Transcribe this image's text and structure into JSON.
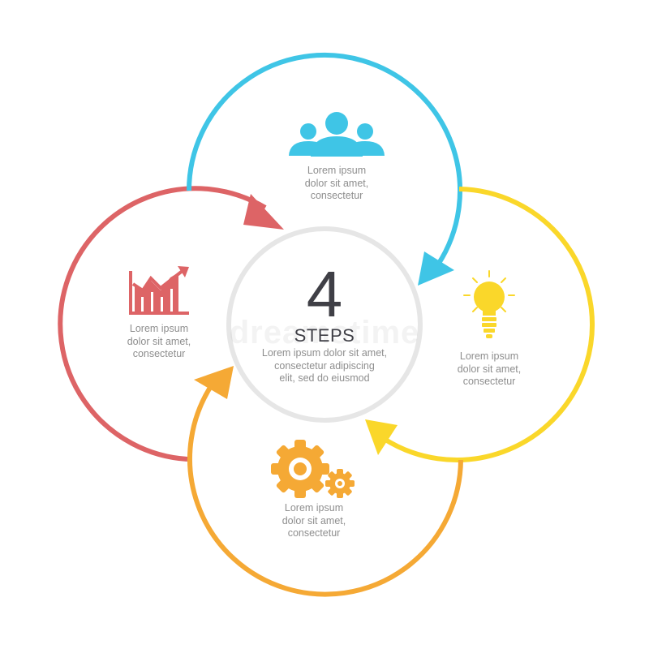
{
  "colors": {
    "blue": "#3fc5e6",
    "yellow": "#fad72a",
    "orange": "#f5a935",
    "red": "#dd6466",
    "center_ring": "#e6e6e6"
  },
  "center": {
    "number": "4",
    "label": "STEPS",
    "text": [
      "Lorem ipsum dolor sit amet,",
      "consectetur adipiscing",
      "elit, sed do eiusmod"
    ]
  },
  "steps": [
    {
      "id": "top",
      "color": "blue",
      "icon": "people-group-icon",
      "text": [
        "Lorem ipsum",
        "dolor sit amet,",
        "consectetur"
      ]
    },
    {
      "id": "right",
      "color": "yellow",
      "icon": "lightbulb-icon",
      "text": [
        "Lorem ipsum",
        "dolor sit amet,",
        "consectetur"
      ]
    },
    {
      "id": "bottom",
      "color": "orange",
      "icon": "gears-icon",
      "text": [
        "Lorem ipsum",
        "dolor sit amet,",
        "consectetur"
      ]
    },
    {
      "id": "left",
      "color": "red",
      "icon": "growth-chart-icon",
      "text": [
        "Lorem ipsum",
        "dolor sit amet,",
        "consectetur"
      ]
    }
  ],
  "watermark": "dreamstime"
}
